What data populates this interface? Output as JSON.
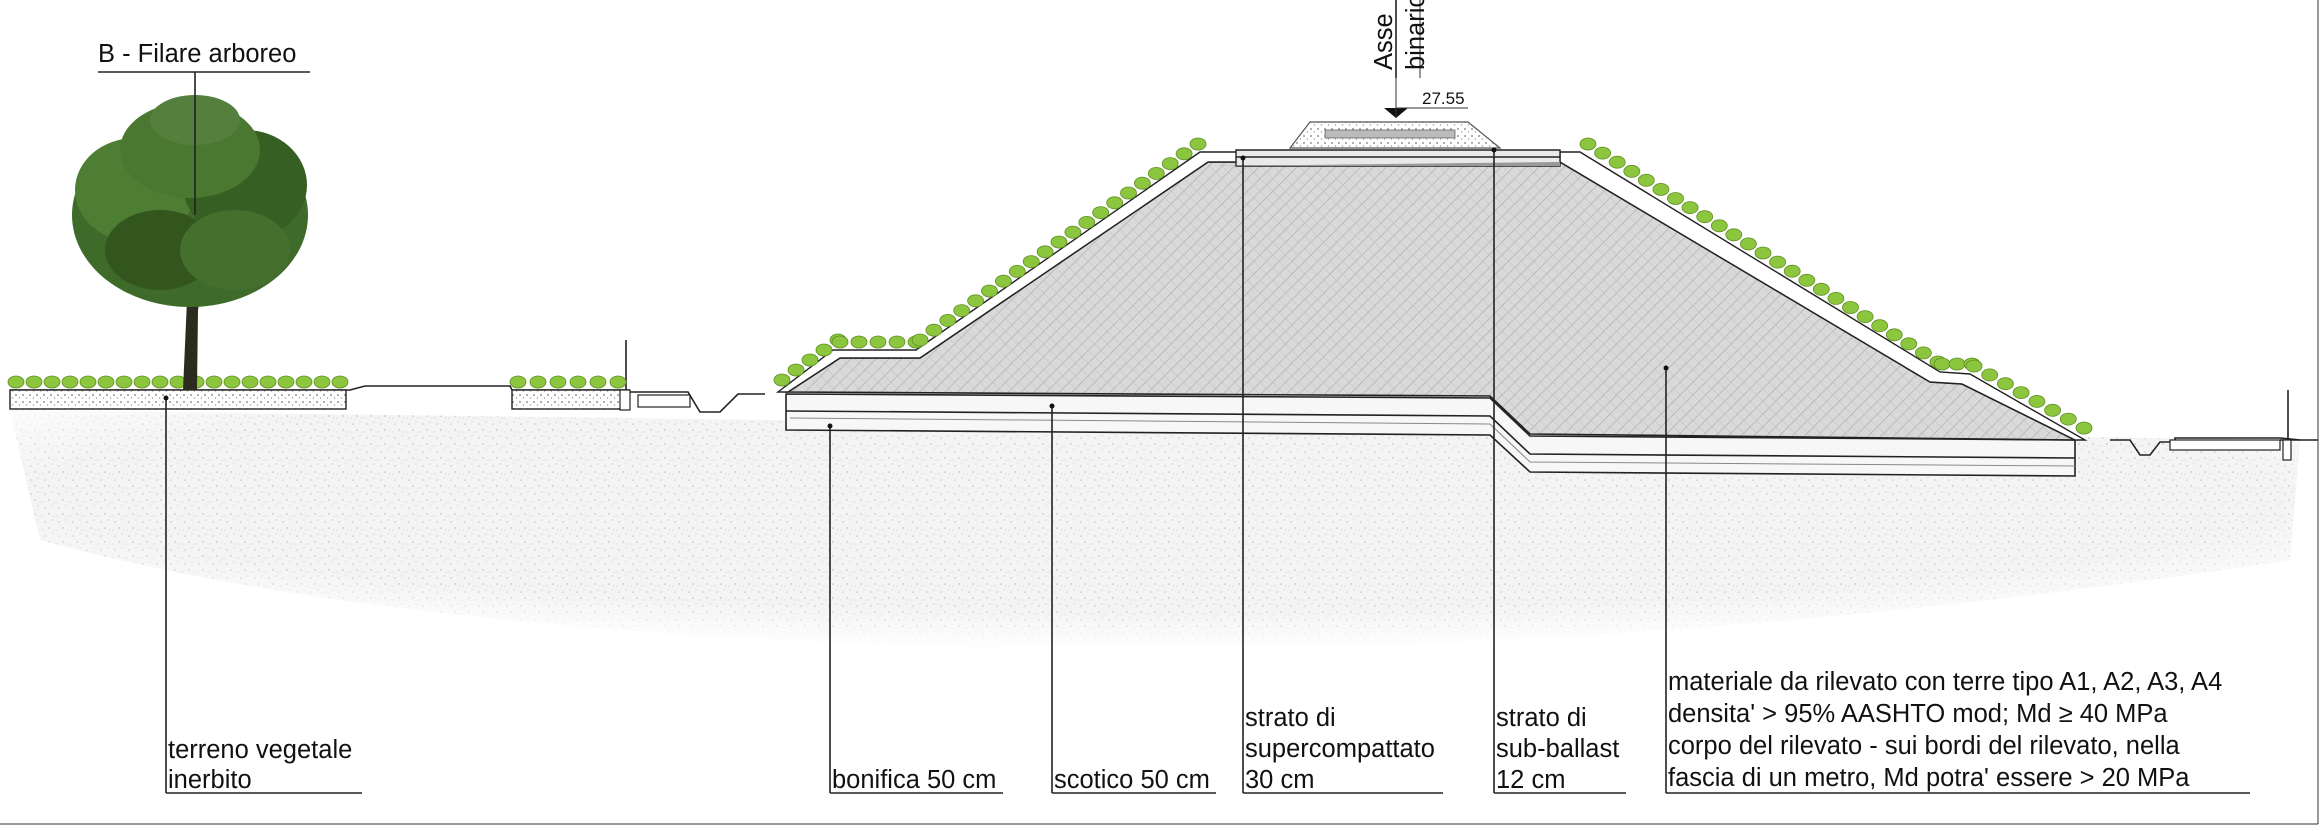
{
  "section_title": "B - Filare arboreo",
  "axis_label": [
    "Asse",
    "binario"
  ],
  "elevation": "27.55",
  "labels": {
    "terreno": [
      "terreno vegetale",
      "inerbito"
    ],
    "bonifica": [
      "bonifica 50 cm"
    ],
    "scotico": [
      "scotico 50 cm"
    ],
    "supercompattato": [
      "strato di",
      "supercompattato",
      "30 cm"
    ],
    "subballast": [
      "strato di",
      "sub-ballast",
      "12 cm"
    ],
    "materiale": [
      "materiale da rilevato con terre tipo A1, A2, A3, A4",
      "densita' > 95% AASHTO mod; Md ≥ 40 MPa",
      "corpo del rilevato - sui bordi del rilevato, nella",
      "fascia di un metro, Md potra' essere > 20 MPa"
    ]
  },
  "colors": {
    "embankment": "#d7d7d7",
    "ground": "#f1f1f1",
    "grass": "#8cc63f",
    "tree": "#3f6b2a",
    "line": "#222222"
  }
}
